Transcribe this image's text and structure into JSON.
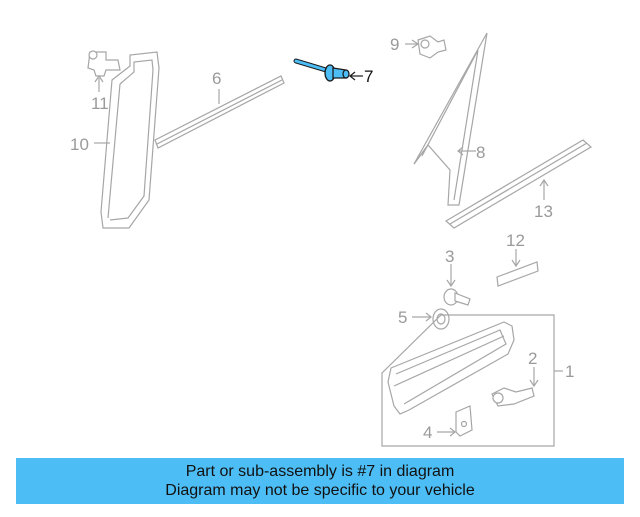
{
  "callouts": {
    "c1": "1",
    "c2": "2",
    "c3": "3",
    "c4": "4",
    "c5": "5",
    "c6": "6",
    "c7": "7",
    "c8": "8",
    "c9": "9",
    "c10": "10",
    "c11": "11",
    "c12": "12",
    "c13": "13"
  },
  "highlighted_part": "7",
  "colors": {
    "highlight": "#4dbdf5",
    "drawing": "#a6a6a6",
    "banner": "#4dbdf5"
  },
  "banner": {
    "line1": "Part or sub-assembly is #7 in diagram",
    "line2": "Diagram may not be specific to your vehicle"
  }
}
